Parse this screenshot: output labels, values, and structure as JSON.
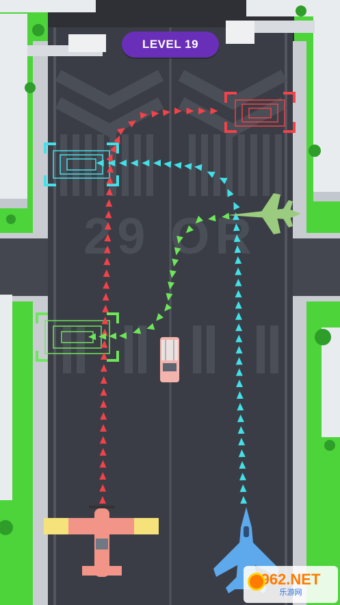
{
  "hud": {
    "level_label": "LEVEL 19"
  },
  "runway": {
    "marking": "29 OR"
  },
  "watermark": {
    "brand": "962.NET",
    "sub": "乐游网"
  },
  "colors": {
    "grass": "#4cd43a",
    "building": "#e9ecef",
    "runway": "#3a3d45",
    "red_path": "#f2424a",
    "cyan_path": "#44e0e8",
    "green_path": "#6ee65a",
    "pill": "#6a2fb8"
  },
  "targets": [
    {
      "name": "red-landing-target",
      "color": "red"
    },
    {
      "name": "cyan-landing-target",
      "color": "cyan"
    },
    {
      "name": "green-landing-target",
      "color": "green"
    }
  ],
  "vehicles": [
    {
      "name": "red-propeller-plane",
      "icon": "propeller-plane-icon"
    },
    {
      "name": "blue-fighter-jet",
      "icon": "fighter-jet-icon"
    },
    {
      "name": "green-fighter-jet",
      "icon": "fighter-jet-icon"
    },
    {
      "name": "fire-truck",
      "icon": "truck-icon"
    }
  ]
}
